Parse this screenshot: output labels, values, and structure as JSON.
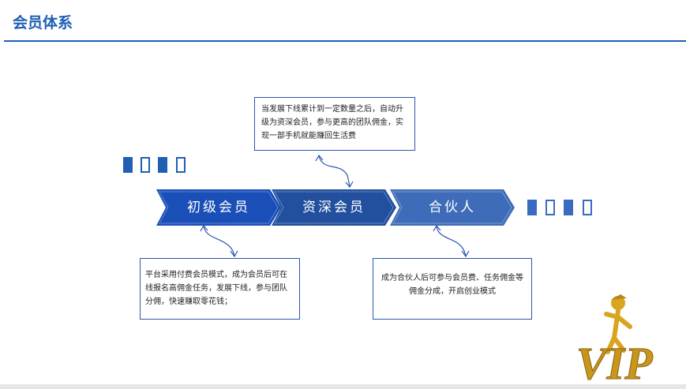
{
  "header": {
    "title": "会员体系"
  },
  "tiers": [
    {
      "label": "初级会员",
      "color": "#1a4fb8"
    },
    {
      "label": "资深会员",
      "color": "#22509e"
    },
    {
      "label": "合伙人",
      "color": "#3e6cb8"
    }
  ],
  "descriptions": {
    "senior": "当发展下线累计到一定数量之后，自动升级为资深会员，参与更高的团队佣金，实现一部手机就能赚回生活费",
    "junior": "平台采用付费会员模式，成为会员后可在线报名高佣金任务，发展下线，参与团队分佣，快速赚取零花钱；",
    "partner": "成为合伙人后可参与会员费、任务佣金等佣金分成，开启创业模式"
  },
  "logo": {
    "text": "VIP"
  }
}
